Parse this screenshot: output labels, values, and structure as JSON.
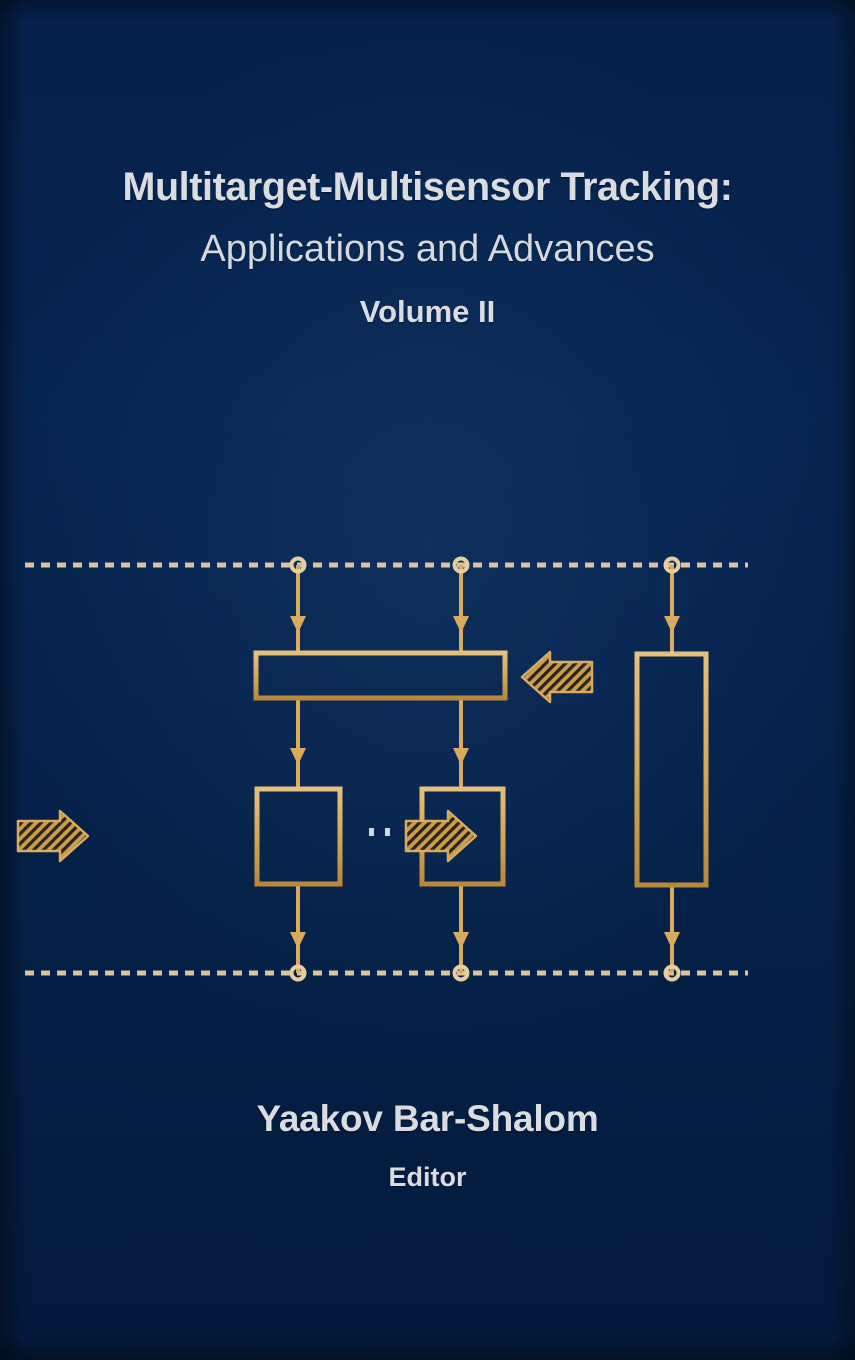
{
  "cover": {
    "background_color": "#052450",
    "text_color": "#d9dde2",
    "accent_color": "#d4a857",
    "diagram_line_color": "#d8ab5e"
  },
  "title": {
    "main": "Multitarget-Multisensor Tracking:",
    "subtitle": "Applications and Advances",
    "volume": "Volume II"
  },
  "author": {
    "name": "Yaakov Bar-Shalom",
    "role": "Editor"
  },
  "diagram": {
    "name": "multisensor-tracking-block-diagram",
    "description": "Block diagram with dashed horizontal buses at top and bottom, three vertical signal paths with arrowheads, one wide fusion box, two small processing boxes separated by an ellipsis, one tall right-hand box, and three hatched block arrows.",
    "nodes": [
      {
        "id": "bus-top",
        "type": "dashed-bus",
        "label": ""
      },
      {
        "id": "bus-bottom",
        "type": "dashed-bus",
        "label": ""
      },
      {
        "id": "wide-box",
        "type": "rect",
        "label": ""
      },
      {
        "id": "small-box-left",
        "type": "rect",
        "label": ""
      },
      {
        "id": "small-box-mid",
        "type": "rect",
        "label": ""
      },
      {
        "id": "tall-box-right",
        "type": "rect",
        "label": ""
      },
      {
        "id": "ellipsis",
        "type": "dots",
        "label": ""
      }
    ],
    "block_arrows": [
      {
        "id": "arrow-in-left",
        "direction": "right"
      },
      {
        "id": "arrow-out-middle",
        "direction": "right"
      },
      {
        "id": "arrow-in-right",
        "direction": "left"
      }
    ],
    "junctions": 6
  }
}
